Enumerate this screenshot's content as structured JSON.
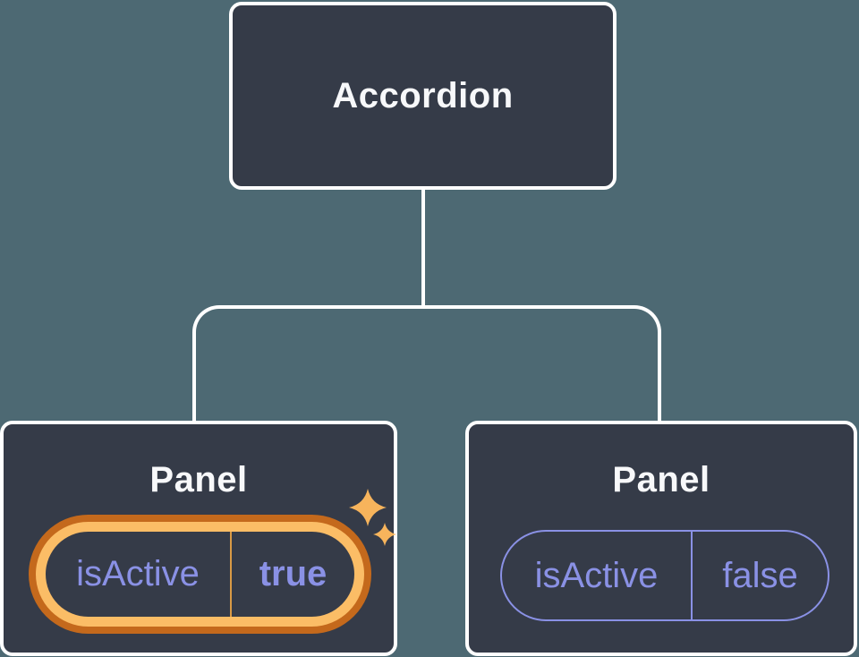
{
  "tree": {
    "root": {
      "label": "Accordion"
    },
    "children": [
      {
        "label": "Panel",
        "state": {
          "key": "isActive",
          "value": "true"
        },
        "highlighted": true
      },
      {
        "label": "Panel",
        "state": {
          "key": "isActive",
          "value": "false"
        },
        "highlighted": false
      }
    ]
  },
  "icons": {
    "sparkles": "four-point-sparkle-stars"
  },
  "colors": {
    "bg": "#4d6973",
    "box": "#353b48",
    "line": "#ffffff",
    "text": "#f7f8fa",
    "purple": "#8a91e5",
    "orange-dark": "#c4691c",
    "orange-light": "#fbbd66",
    "orange-divider": "#d99a45",
    "sparkle": "#f7b45c"
  }
}
